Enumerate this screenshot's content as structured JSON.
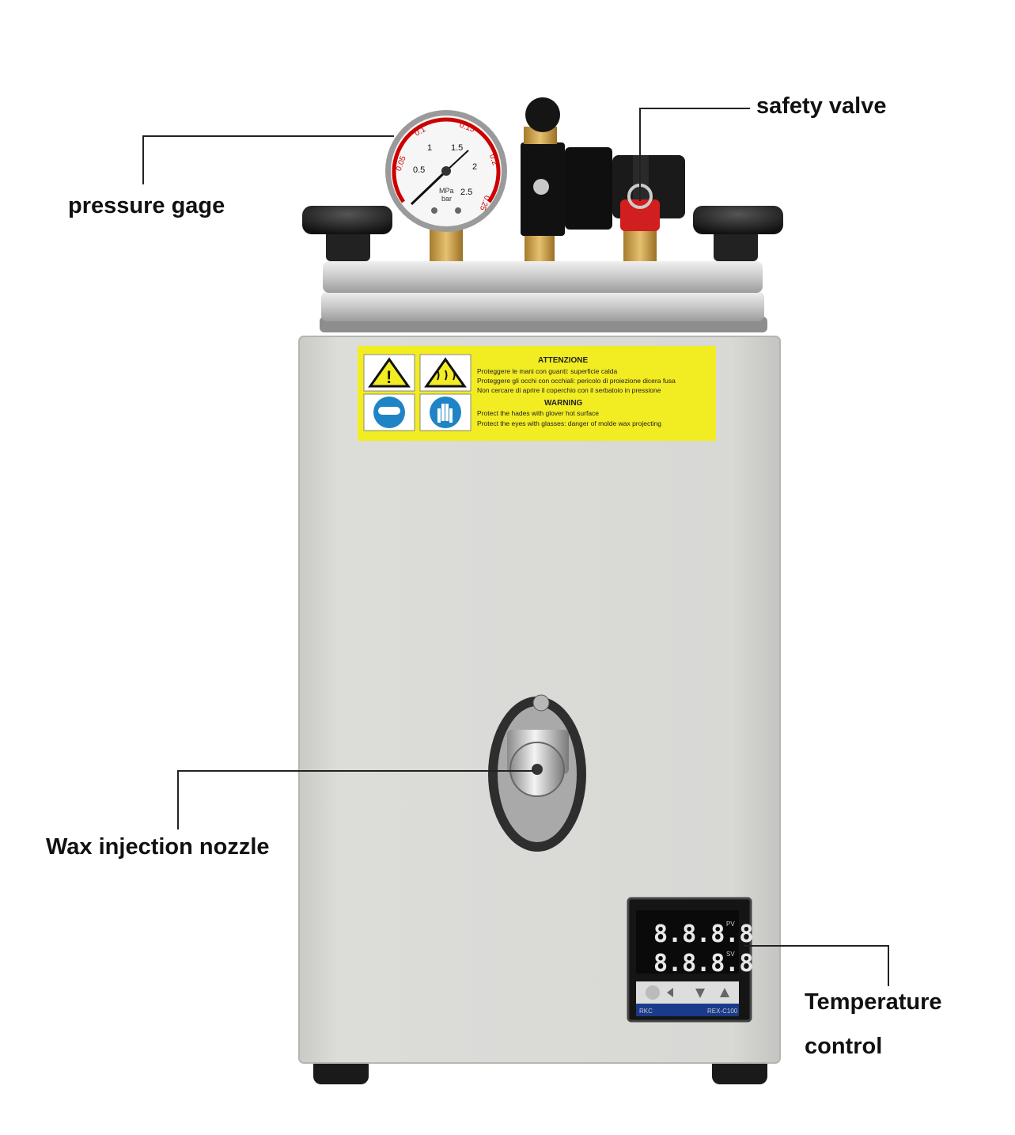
{
  "labels": {
    "pressure_gage": "pressure gage",
    "safety_valve": "safety valve",
    "wax_nozzle": "Wax injection nozzle",
    "temp_control_line1": "Temperature",
    "temp_control_line2": "control"
  },
  "warning_sticker": {
    "heading_it": "ATTENZIONE",
    "line_it_1": "Proteggere le mani con guanti: superficie calda",
    "line_it_2": "Proteggere gli occhi con occhiali: pericolo di proiezione dicera fusa",
    "line_it_3": "Non cercare di aprire il coperchio con il serbatoio in pressione",
    "heading_en": "WARNING",
    "line_en_1": "Protect the hades with glover hot surface",
    "line_en_2": "Protect the eyes with glasses: danger of molde wax projecting"
  },
  "gauge": {
    "unit_top": "MPa",
    "unit_bottom": "bar",
    "bar_ticks": [
      "0.5",
      "1",
      "1.5",
      "2",
      "2.5"
    ],
    "mpa_ticks": [
      "0.05",
      "0.1",
      "0.15",
      "0.2",
      "0.25"
    ]
  },
  "controller": {
    "pv_display": "8.8.8.8",
    "sv_display": "8.8.8.8",
    "pv_tag": "PV",
    "sv_tag": "SV",
    "model": "REX-C100",
    "brand": "RKC"
  },
  "colors": {
    "body": "#dadad7",
    "sticker": "#f2ec22",
    "label_text": "#111111"
  }
}
